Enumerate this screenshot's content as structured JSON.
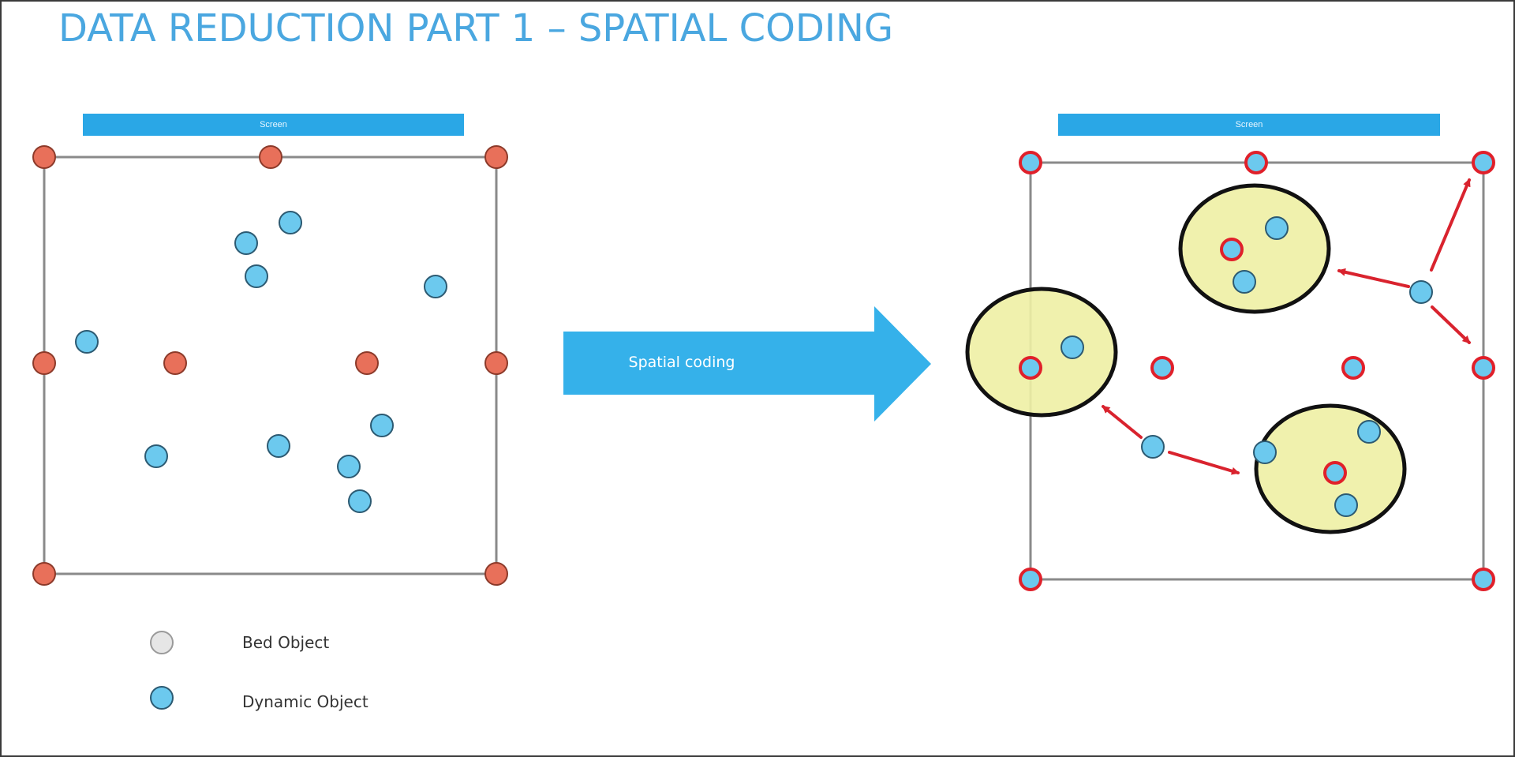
{
  "slide": {
    "title": "DATA REDUCTION PART 1 – SPATIAL CODING"
  },
  "left_panel": {
    "screen_label": "Screen"
  },
  "right_panel": {
    "screen_label": "Screen"
  },
  "process_arrow": {
    "label": "Spatial coding"
  },
  "legend": {
    "bed_object_label": "Bed Object",
    "dynamic_object_label": "Dynamic Object"
  },
  "colors": {
    "title": "#4aa7e0",
    "screen_bar": "#2aa7e6",
    "bed_object_fill": "#e8705a",
    "dynamic_object_fill": "#6cc9ee",
    "cluster_fill": "#eef0a4",
    "cluster_outline": "#111111",
    "bed_ring": "#e0202a",
    "motion_arrow": "#d9232e",
    "room_outline": "#8a8a8a"
  }
}
